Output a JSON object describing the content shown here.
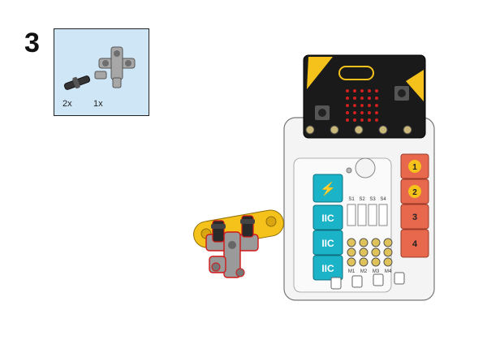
{
  "step": {
    "number": "3"
  },
  "parts": [
    {
      "name": "black axle pin",
      "quantity_label": "2x"
    },
    {
      "name": "grey cross connector",
      "quantity_label": "1x"
    }
  ],
  "board": {
    "left_ports": [
      "⚡",
      "IIC",
      "IIC",
      "IIC"
    ],
    "right_buttons": [
      "1",
      "2",
      "3",
      "4"
    ],
    "switch_labels": [
      "S1",
      "S2",
      "S3",
      "S4"
    ],
    "motor_labels": [
      "M1",
      "M2",
      "M3",
      "M4"
    ]
  },
  "colors": {
    "teal": "#1bb3c8",
    "orange": "#e8684e",
    "yellow": "#f4c21a",
    "connector": "#9a9a9a",
    "panel": "#cfe6f7"
  }
}
